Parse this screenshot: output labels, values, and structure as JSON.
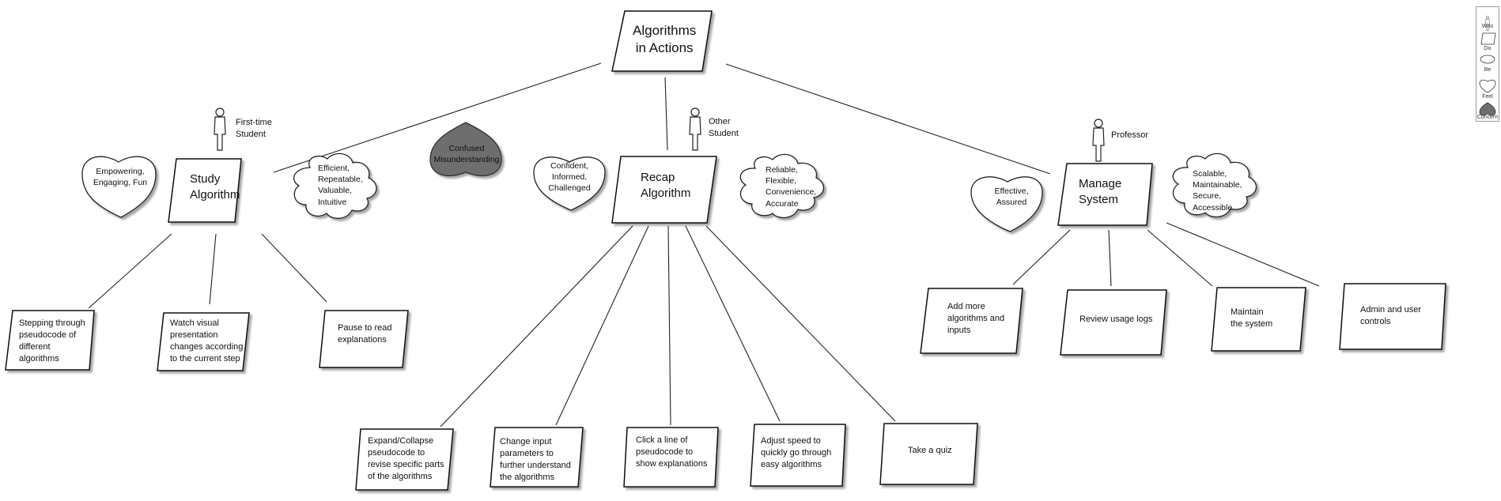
{
  "root": {
    "title_lines": [
      "Algorithms",
      "in Actions"
    ]
  },
  "actors": [
    {
      "lines": [
        "First-time",
        "Student"
      ]
    },
    {
      "lines": [
        "Other",
        "Student"
      ]
    },
    {
      "lines": [
        "Professor"
      ]
    }
  ],
  "goals": [
    {
      "lines": [
        "Study",
        "Algorithm"
      ]
    },
    {
      "lines": [
        "Recap",
        "Algorithm"
      ]
    },
    {
      "lines": [
        "Manage",
        "System"
      ]
    }
  ],
  "feel": [
    {
      "lines": [
        "Empowering,",
        "Engaging, Fun"
      ]
    },
    {
      "lines": [
        "Confident,",
        "Informed,",
        "Challenged"
      ]
    },
    {
      "lines": [
        "Effective,",
        "Assured"
      ]
    }
  ],
  "concern": {
    "lines": [
      "Confused",
      "Misunderstanding"
    ]
  },
  "be": [
    {
      "lines": [
        "Efficient,",
        "Repeatable,",
        "Valuable,",
        "Intuitive"
      ]
    },
    {
      "lines": [
        "Reliable,",
        "Flexible,",
        "Convenience,",
        "Accurate"
      ]
    },
    {
      "lines": [
        "Scalable,",
        "Maintainable,",
        "Secure,",
        "Accessible"
      ]
    }
  ],
  "tasks": [
    {
      "lines": [
        "Stepping through",
        "pseudocode of",
        "different",
        "algorithms"
      ]
    },
    {
      "lines": [
        "Watch visual",
        "presentation",
        "changes according",
        "to the current step"
      ]
    },
    {
      "lines": [
        "Pause to read",
        "explanations"
      ]
    },
    {
      "lines": [
        "Expand/Collapse",
        "pseudocode to",
        "revise specific parts",
        "of the algorithms"
      ]
    },
    {
      "lines": [
        "Change input",
        "parameters to",
        "further understand",
        "the algorithms"
      ]
    },
    {
      "lines": [
        "Click a line of",
        "pseudocode to",
        "show explanations"
      ]
    },
    {
      "lines": [
        "Adjust speed to",
        "quickly go through",
        "easy algorithms"
      ]
    },
    {
      "lines": [
        "Take a quiz"
      ]
    },
    {
      "lines": [
        "Add more",
        "algorithms and",
        "inputs"
      ]
    },
    {
      "lines": [
        "Review usage logs"
      ]
    },
    {
      "lines": [
        "Maintain",
        "the system"
      ]
    },
    {
      "lines": [
        "Admin and user",
        "controls"
      ]
    }
  ],
  "legend": {
    "who": "Who",
    "do": "Do",
    "be": "Be",
    "feel": "Feel",
    "concern": "Concern"
  },
  "colors": {
    "concern_fill": "#6e6e6e",
    "shape_fill": "#ffffff",
    "stroke": "#111111"
  }
}
